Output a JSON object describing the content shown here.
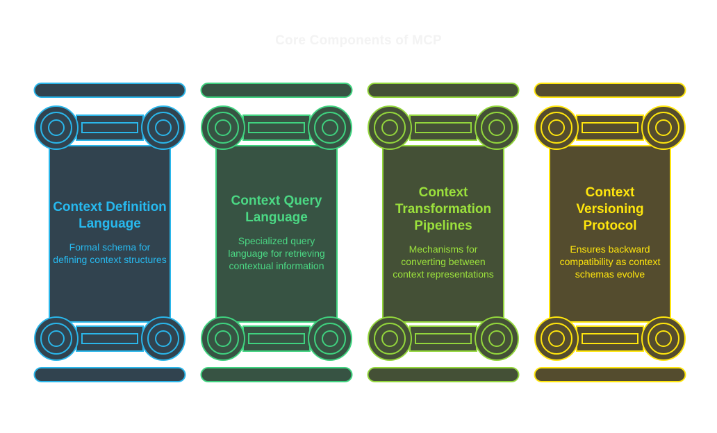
{
  "title": "Core Components of MCP",
  "pillars": [
    {
      "heading": "Context Definition Language",
      "description": "Formal schema for defining context structures",
      "stroke": "#2ab6ea",
      "fill": "#31434f",
      "text": "#27b9ef"
    },
    {
      "heading": "Context Query Language",
      "description": "Specialized query language for retrieving contextual information",
      "stroke": "#3fd27f",
      "fill": "#375343",
      "text": "#4bd884"
    },
    {
      "heading": "Context Transformation Pipelines",
      "description": "Mechanisms for converting between context representations",
      "stroke": "#93d63c",
      "fill": "#445036",
      "text": "#9be13c"
    },
    {
      "heading": "Context Versioning Protocol",
      "description": "Ensures backward compatibility as context schemas evolve",
      "stroke": "#ffe60d",
      "fill": "#544c2e",
      "text": "#ffe60d"
    }
  ]
}
